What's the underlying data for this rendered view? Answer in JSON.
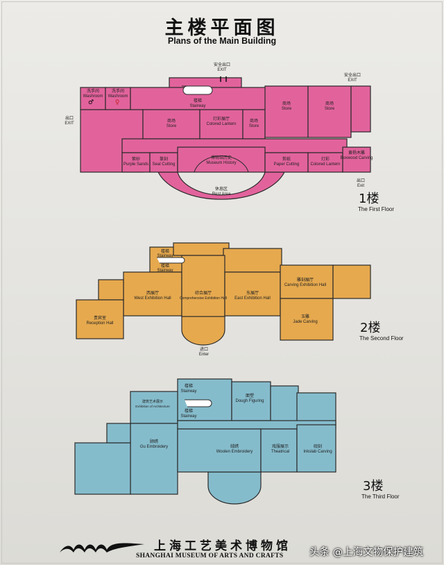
{
  "header": {
    "title_cn": "主楼平面图",
    "title_en": "Plans of the Main Building"
  },
  "colors": {
    "floor1": "#e2639c",
    "floor2": "#e6a94e",
    "floor3": "#85bccc",
    "outline": "#2a2a2a"
  },
  "floors": [
    {
      "name_cn": "1楼",
      "name_en": "The First Floor",
      "labels": [
        {
          "cn": "安全出口",
          "en": "EXIT"
        },
        {
          "cn": "安全出口",
          "en": "EXIT"
        },
        {
          "cn": "出口",
          "en": "EXIT"
        },
        {
          "cn": "洗手间",
          "en": "Washroom"
        },
        {
          "cn": "洗手间",
          "en": "Washroom"
        },
        {
          "cn": "楼梯",
          "en": "Stairway"
        },
        {
          "cn": "商场",
          "en": "Store"
        },
        {
          "cn": "灯彩展厅",
          "en": "Colored Lantern"
        },
        {
          "cn": "商场",
          "en": "Store"
        },
        {
          "cn": "商场",
          "en": "Store"
        },
        {
          "cn": "商场",
          "en": "Store"
        },
        {
          "cn": "紫砂",
          "en": "Purple Sands"
        },
        {
          "cn": "篆刻",
          "en": "Seal Cutting"
        },
        {
          "cn": "博物馆历史",
          "en": "Museum History"
        },
        {
          "cn": "剪纸",
          "en": "Paper Cutting"
        },
        {
          "cn": "灯彩",
          "en": "Colored Lantern"
        },
        {
          "cn": "黄杨木雕",
          "en": "Boxwood Carving"
        },
        {
          "cn": "休息区",
          "en": "Rest Area"
        },
        {
          "cn": "出口",
          "en": "Exit"
        }
      ]
    },
    {
      "name_cn": "2楼",
      "name_en": "The Second Floor",
      "labels": [
        {
          "cn": "楼梯",
          "en": "Stairway"
        },
        {
          "cn": "楼梯",
          "en": "Stairway"
        },
        {
          "cn": "西展厅",
          "en": "West Exhibition Hall"
        },
        {
          "cn": "综合展厅",
          "en": "Comprehensive Exhibition Hall"
        },
        {
          "cn": "东展厅",
          "en": "East Exhibition Hall"
        },
        {
          "cn": "雕刻展厅",
          "en": "Carving Exhibition Hall"
        },
        {
          "cn": "贵宾室",
          "en": "Reception Hall"
        },
        {
          "cn": "玉雕",
          "en": "Jade Carving"
        },
        {
          "cn": "进口",
          "en": "Enter"
        }
      ]
    },
    {
      "name_cn": "3楼",
      "name_en": "The Third Floor",
      "labels": [
        {
          "cn": "楼梯",
          "en": "Stairway"
        },
        {
          "cn": "楼梯",
          "en": "Stairway"
        },
        {
          "cn": "面塑",
          "en": "Dough Figuring"
        },
        {
          "cn": "建筑艺术展示",
          "en": "Exhibition of Architecture"
        },
        {
          "cn": "顾绣",
          "en": "Gu Embroidery"
        },
        {
          "cn": "绒绣",
          "en": "Woolen Embroidery"
        },
        {
          "cn": "戏服展示",
          "en": "Theatrical"
        },
        {
          "cn": "砚刻",
          "en": "Inkslab Carving"
        }
      ]
    }
  ],
  "footer": {
    "name_cn": "上海工艺美术博物馆",
    "name_en": "SHANGHAI MUSEUM OF ARTS AND CRAFTS",
    "watermark": "头条 @上海文物保护建筑"
  }
}
